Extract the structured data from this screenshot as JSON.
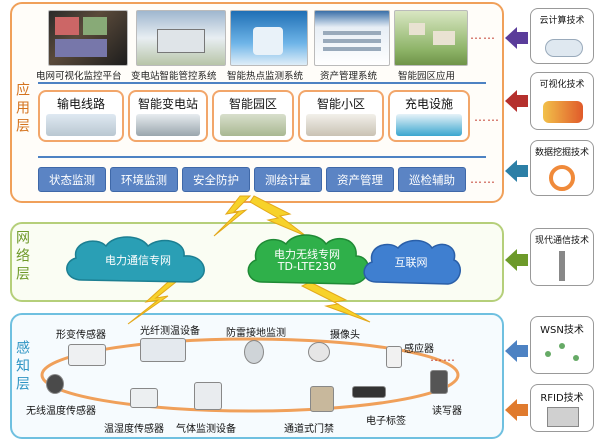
{
  "layers": {
    "application": "应用层",
    "network": "网络层",
    "perception": "感知层"
  },
  "systems": [
    {
      "label": "电网可视化监控平台"
    },
    {
      "label": "变电站智能管控系统"
    },
    {
      "label": "智能热点监测系统"
    },
    {
      "label": "资产管理系统"
    },
    {
      "label": "智能园区应用"
    }
  ],
  "fields": [
    {
      "label": "输电线路"
    },
    {
      "label": "智能变电站"
    },
    {
      "label": "智能园区"
    },
    {
      "label": "智能小区"
    },
    {
      "label": "充电设施"
    }
  ],
  "functions": [
    {
      "label": "状态监测"
    },
    {
      "label": "环境监测"
    },
    {
      "label": "安全防护"
    },
    {
      "label": "测绘计量"
    },
    {
      "label": "资产管理"
    },
    {
      "label": "巡检辅助"
    }
  ],
  "networks": {
    "private": "电力通信专网",
    "wireless_line1": "电力无线专网",
    "wireless_line2": "TD-LTE230",
    "internet": "互联网"
  },
  "ellipsis": "……",
  "technologies": [
    {
      "label": "云计算技术",
      "color": "#5a3c9a"
    },
    {
      "label": "可视化技术",
      "color": "#b5302d"
    },
    {
      "label": "数据挖掘技术",
      "color": "#2c7fa6"
    },
    {
      "label": "现代通信技术",
      "color": "#6d9a2a"
    },
    {
      "label": "WSN技术",
      "color": "#4d82c3"
    },
    {
      "label": "RFID技术",
      "color": "#e07b2e"
    }
  ],
  "devices": [
    {
      "label": "形变传感器"
    },
    {
      "label": "光纤测温设备"
    },
    {
      "label": "防雷接地监测"
    },
    {
      "label": "摄像头"
    },
    {
      "label": "感应器"
    },
    {
      "label": "无线温度传感器"
    },
    {
      "label": "温湿度传感器"
    },
    {
      "label": "气体监测设备"
    },
    {
      "label": "通道式门禁"
    },
    {
      "label": "电子标签"
    },
    {
      "label": "读写器"
    }
  ]
}
